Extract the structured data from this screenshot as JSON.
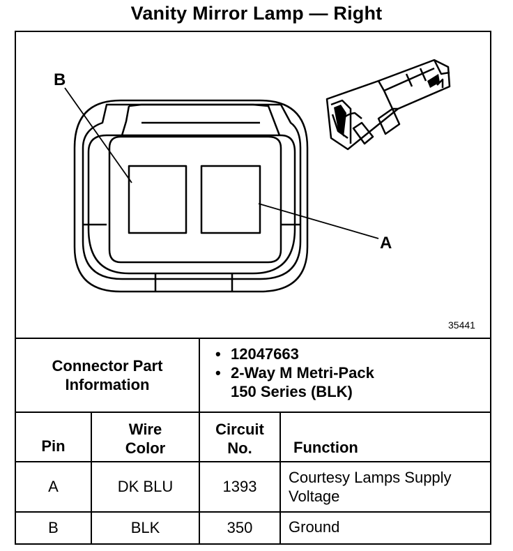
{
  "title": "Vanity Mirror Lamp — Right",
  "figure_number": "35441",
  "diagram": {
    "pin_labels": {
      "a": "A",
      "b": "B"
    }
  },
  "connector_info": {
    "label_line1": "Connector Part",
    "label_line2": "Information",
    "items": [
      "12047663",
      "2-Way M Metri-Pack",
      "150 Series (BLK)"
    ]
  },
  "table": {
    "headers": {
      "pin": "Pin",
      "wire_color_line1": "Wire",
      "wire_color_line2": "Color",
      "circuit_line1": "Circuit",
      "circuit_line2": "No.",
      "function": "Function"
    },
    "rows": [
      {
        "pin": "A",
        "wire_color": "DK BLU",
        "circuit": "1393",
        "function_line1": "Courtesy Lamps Supply",
        "function_line2": "Voltage"
      },
      {
        "pin": "B",
        "wire_color": "BLK",
        "circuit": "350",
        "function_line1": "Ground",
        "function_line2": ""
      }
    ]
  }
}
